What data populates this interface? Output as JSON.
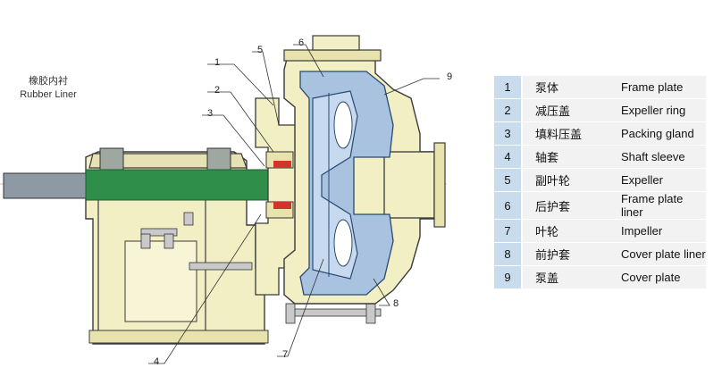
{
  "diagram": {
    "liner_label_cn": "橡胶内衬",
    "liner_label_en": "Rubber Liner",
    "colors": {
      "frame": "#f3efc4",
      "liner": "#a9c2e0",
      "shaft": "#2f8f4a",
      "outline": "#3a3a3a",
      "table_number_bg": "#c9dcee",
      "table_row_bg": "#f2f2f2"
    },
    "callouts": [
      "1",
      "2",
      "3",
      "4",
      "5",
      "6",
      "7",
      "8",
      "9"
    ]
  },
  "parts": [
    {
      "num": "1",
      "cn": "泵体",
      "en": "Frame plate"
    },
    {
      "num": "2",
      "cn": "减压盖",
      "en": "Expeller ring"
    },
    {
      "num": "3",
      "cn": "填料压盖",
      "en": "Packing gland"
    },
    {
      "num": "4",
      "cn": "轴套",
      "en": "Shaft sleeve"
    },
    {
      "num": "5",
      "cn": "副叶轮",
      "en": "Expeller"
    },
    {
      "num": "6",
      "cn": "后护套",
      "en": "Frame plate liner"
    },
    {
      "num": "7",
      "cn": "叶轮",
      "en": "Impeller"
    },
    {
      "num": "8",
      "cn": "前护套",
      "en": "Cover plate liner"
    },
    {
      "num": "9",
      "cn": "泵盖",
      "en": "Cover plate"
    }
  ]
}
